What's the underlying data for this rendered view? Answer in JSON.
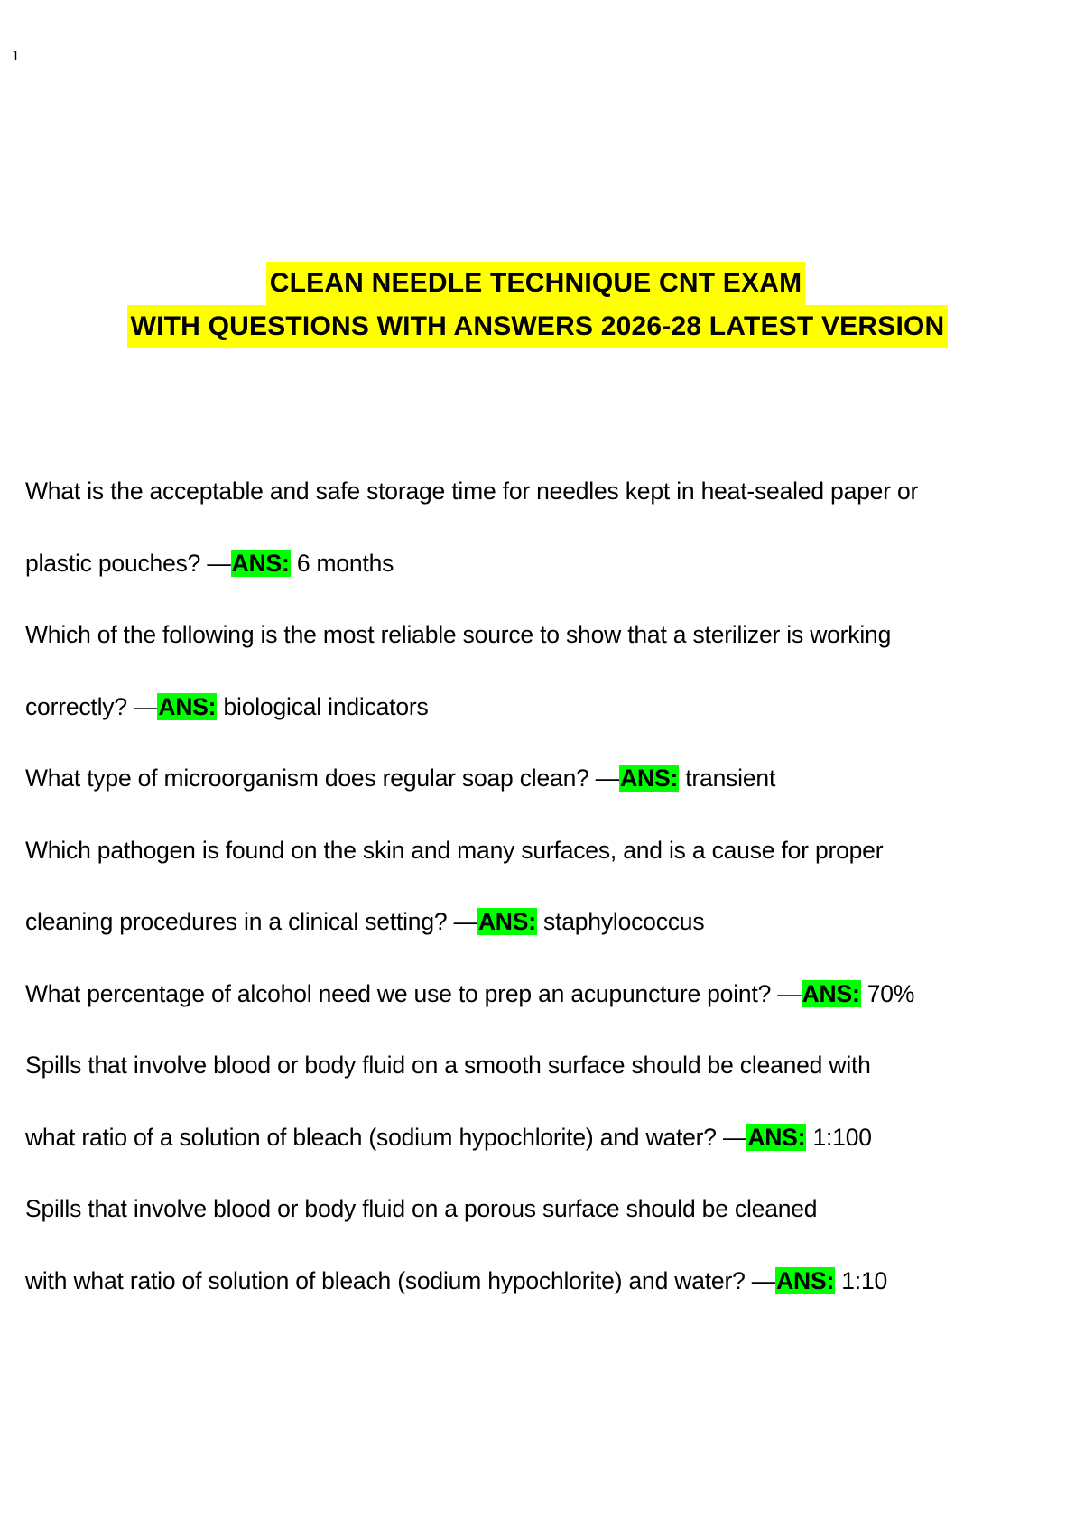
{
  "page_number": "1",
  "title": {
    "line1": "CLEAN NEEDLE TECHNIQUE CNT EXAM",
    "line2": "WITH QUESTIONS WITH ANSWERS 2026-28 LATEST VERSION",
    "highlight_color": "#ffff00"
  },
  "answer_label": "ANS:",
  "answer_highlight_color": "#00ff00",
  "qa": [
    {
      "question_line1": "What is the acceptable and safe storage time for needles kept in heat-sealed paper or",
      "question_line2": "plastic pouches?  —",
      "label": "ANS:",
      "answer": " 6 months"
    },
    {
      "question_line1": "Which of the following is the most reliable source to show that a sterilizer is working",
      "question_line2": "correctly?  —",
      "label": "ANS:",
      "answer": " biological indicators"
    },
    {
      "question_line1": "What type of microorganism does regular soap clean?  —",
      "label": "ANS:",
      "answer": " transient"
    },
    {
      "question_line1": "Which pathogen is found on the skin and many surfaces, and is a cause for proper",
      "question_line2": "cleaning procedures in a clinical setting?  —",
      "label": "ANS:",
      "answer": " staphylococcus"
    },
    {
      "question_line1": "What percentage of alcohol need we use to prep an acupuncture point?  —",
      "label": "ANS:",
      "answer": " 70%"
    },
    {
      "question_line1": "Spills that involve blood or body fluid on a smooth surface should be cleaned with",
      "question_line2": "what ratio of a solution of bleach (sodium hypochlorite) and water?  —",
      "label": "ANS:",
      "answer": " 1:100"
    },
    {
      "question_line1": "Spills that involve blood or body fluid on a porous surface should be cleaned",
      "question_line2": "with what ratio of solution of bleach (sodium hypochlorite) and water?  —",
      "label": "ANS:",
      "answer": " 1:10"
    }
  ]
}
